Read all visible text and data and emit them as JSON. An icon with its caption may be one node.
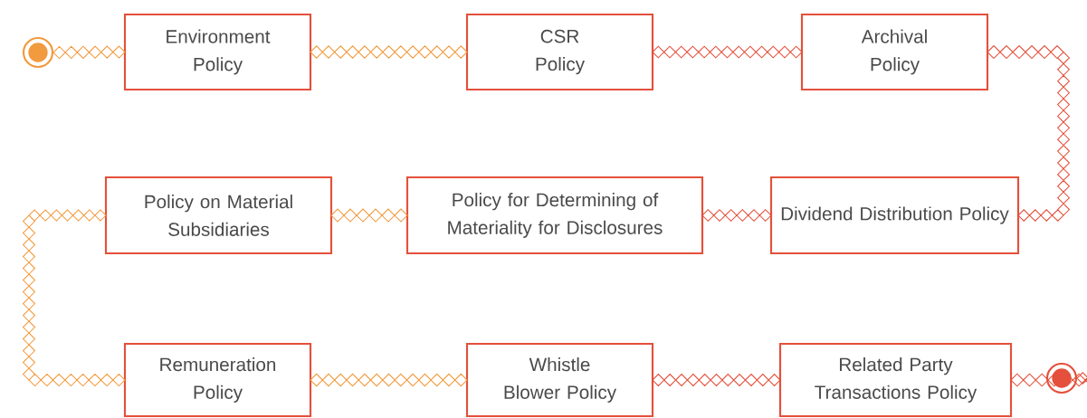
{
  "diagram": {
    "nodes": [
      {
        "text": [],
        "shape": "circle"
      },
      {
        "text": [
          "Environment Policy"
        ]
      },
      {
        "text": [
          "CSR Policy"
        ]
      },
      {
        "text": [
          "Archival Policy"
        ]
      },
      {
        "text": [
          "Dividend Distribution Policy"
        ]
      },
      {
        "text": [
          "Policy for Determining of Materiality for Disclosures"
        ]
      },
      {
        "text": [
          "Policy on Material Subsidiaries"
        ]
      },
      {
        "text": [
          "Remuneration Policy"
        ]
      },
      {
        "text": [
          "Whistle Blower Policy"
        ]
      },
      {
        "text": [
          "Related Party Transactions Policy"
        ]
      },
      {
        "text": [],
        "shape": "circle"
      }
    ],
    "edges": [
      {
        "from": 0,
        "to": 1,
        "arrow": "none",
        "color": "#f19a3e"
      },
      {
        "from": 1,
        "to": 2,
        "arrow": "none",
        "color": "#f19a3e"
      },
      {
        "from": 2,
        "to": 3,
        "arrow": "none"
      },
      {
        "from": 3,
        "to": 4,
        "arrow": "none"
      },
      {
        "from": 4,
        "to": 5,
        "arrow": "none"
      },
      {
        "from": 5,
        "to": 6,
        "arrow": "none",
        "color": "#f19a3e"
      },
      {
        "from": 6,
        "to": 7,
        "arrow": "none",
        "color": "#f19a3e"
      },
      {
        "from": 7,
        "to": 8,
        "arrow": "none",
        "color": "#f19a3e"
      },
      {
        "from": 8,
        "to": 9,
        "arrow": "none"
      },
      {
        "from": 9,
        "to": 10,
        "arrow": "none"
      }
    ]
  }
}
